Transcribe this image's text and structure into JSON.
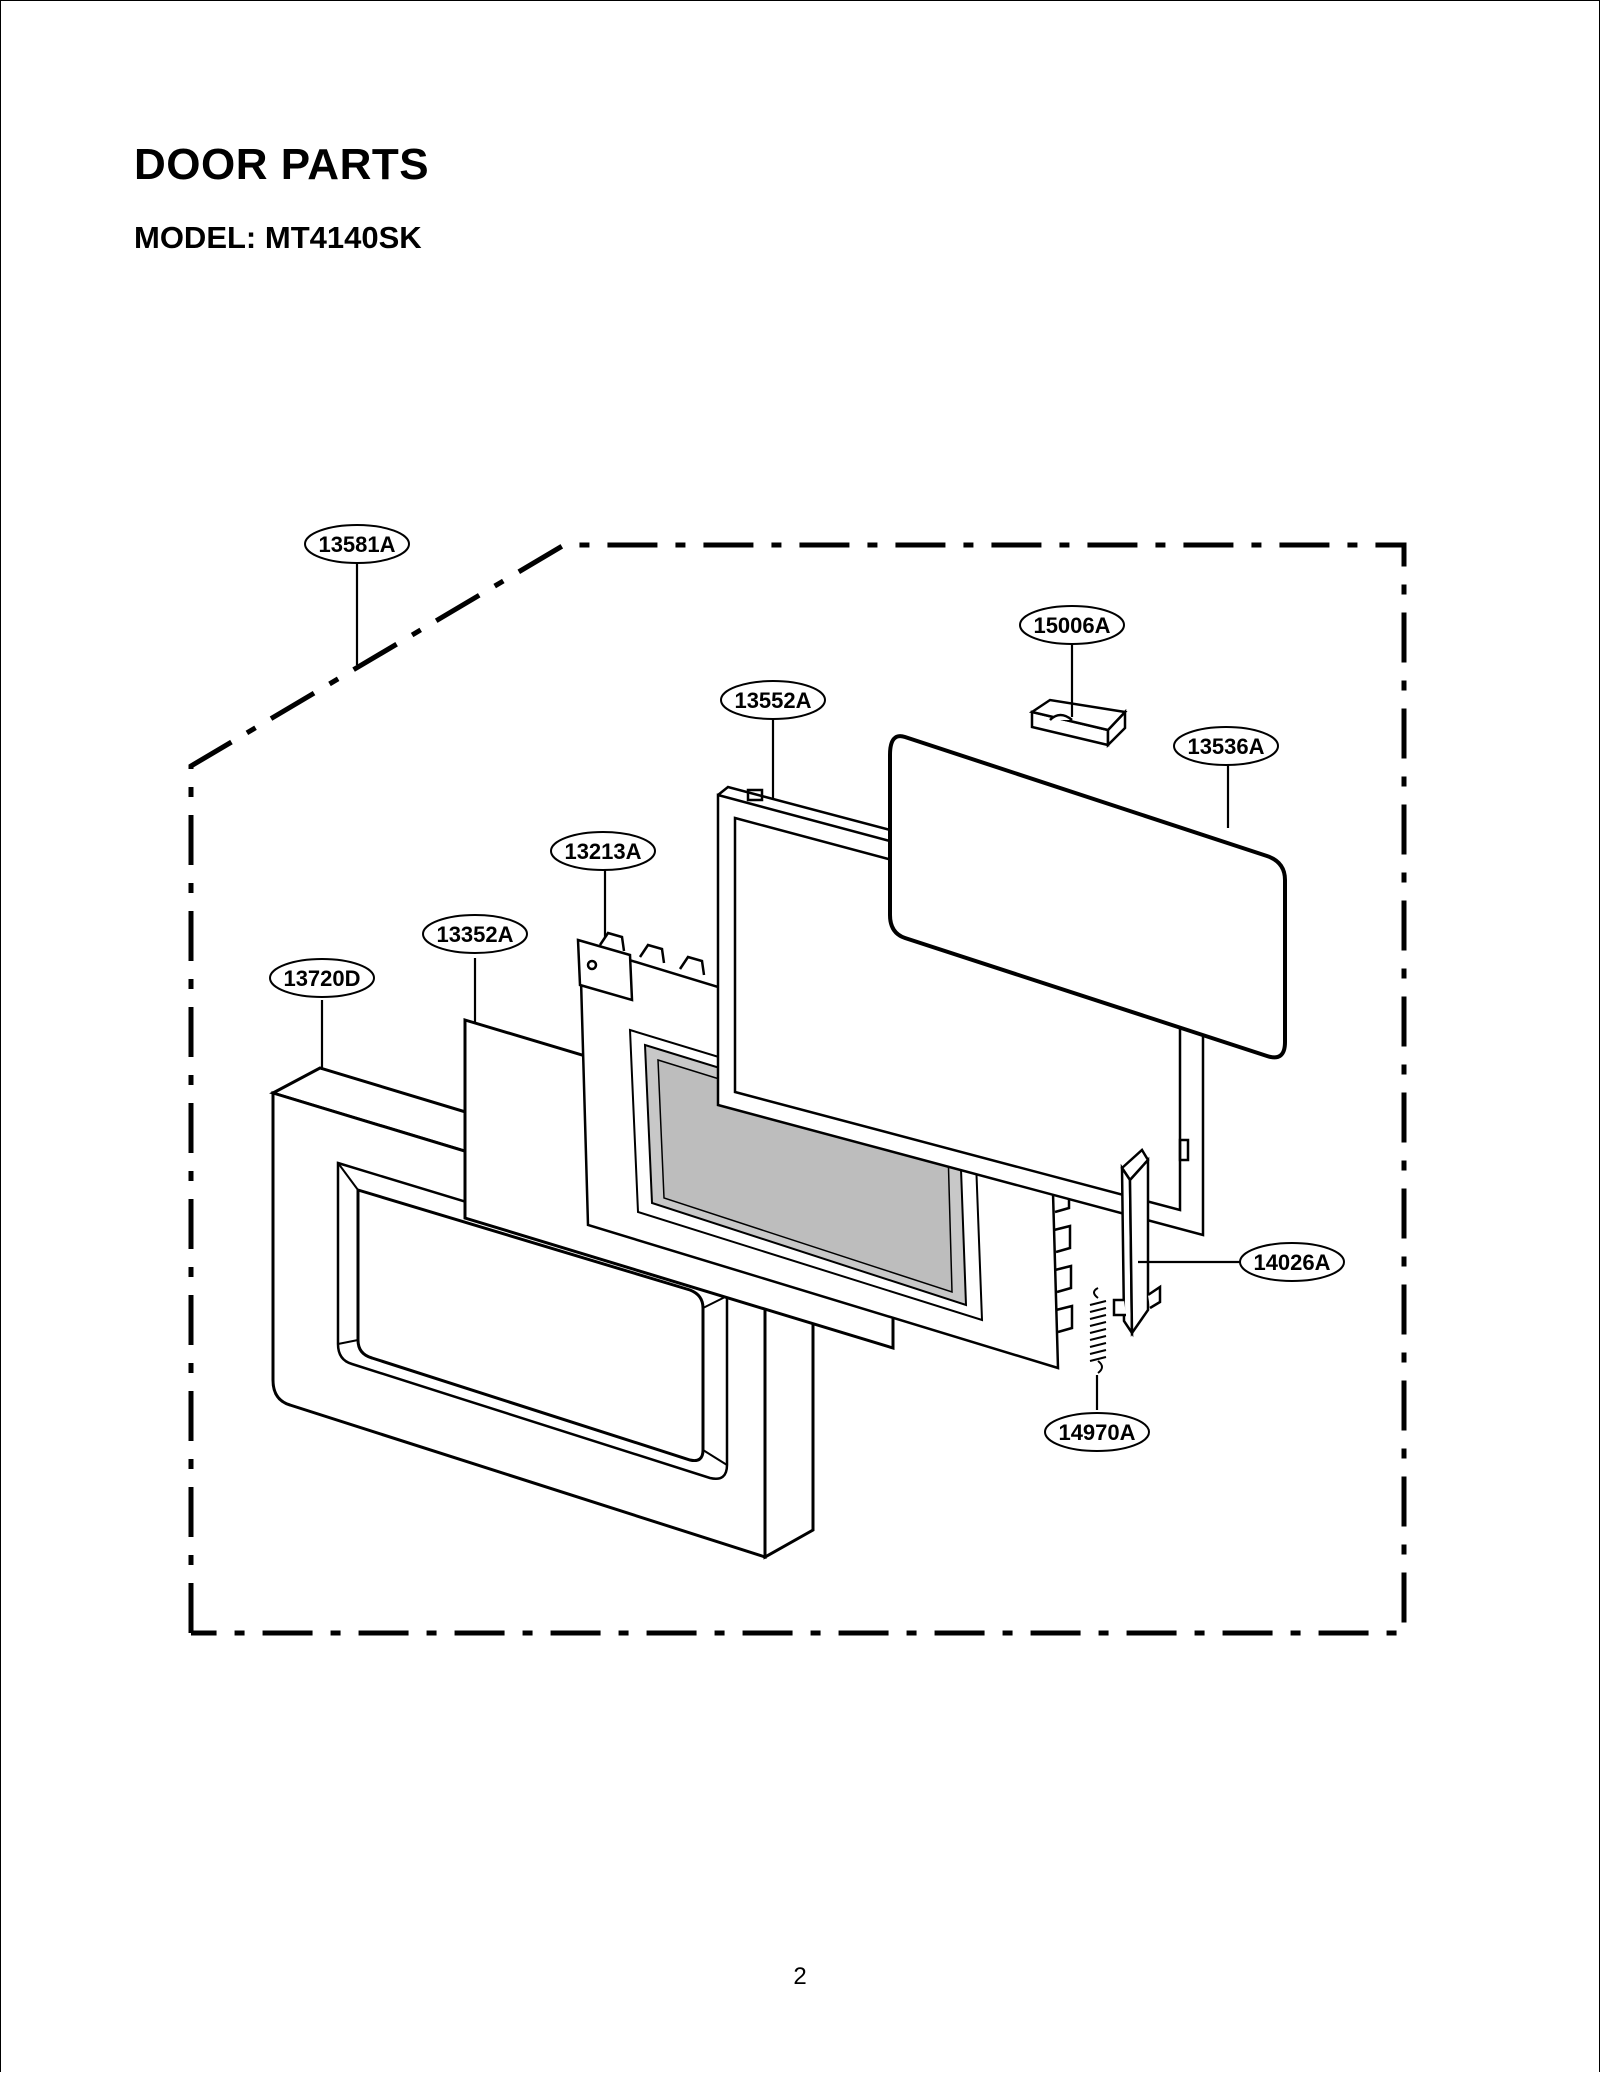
{
  "title": "DOOR PARTS",
  "model": "MODEL: MT4140SK",
  "page_number": "2",
  "parts": [
    {
      "id": "13581A"
    },
    {
      "id": "15006A"
    },
    {
      "id": "13552A"
    },
    {
      "id": "13536A"
    },
    {
      "id": "13213A"
    },
    {
      "id": "13352A"
    },
    {
      "id": "13720D"
    },
    {
      "id": "14026A"
    },
    {
      "id": "14970A"
    }
  ]
}
